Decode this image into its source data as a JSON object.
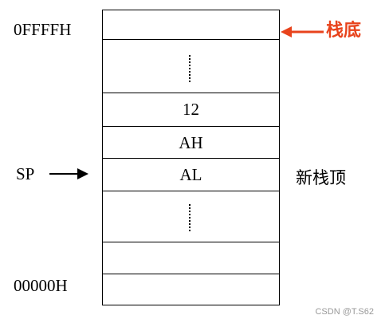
{
  "diagram": {
    "top_address": "0FFFFH",
    "bottom_address": "00000H",
    "stack_cells": [
      {
        "text": ""
      },
      {
        "text": "⋮"
      },
      {
        "text": "12"
      },
      {
        "text": "AH"
      },
      {
        "text": "AL"
      },
      {
        "text": "⋮"
      },
      {
        "text": ""
      },
      {
        "text": ""
      }
    ],
    "sp_label": "SP",
    "stack_bottom_label": "栈底",
    "new_top_label": "新栈顶",
    "colors": {
      "stack_bottom_accent": "#e8431c",
      "lines": "#000000"
    }
  },
  "watermark": "CSDN @T.S62"
}
